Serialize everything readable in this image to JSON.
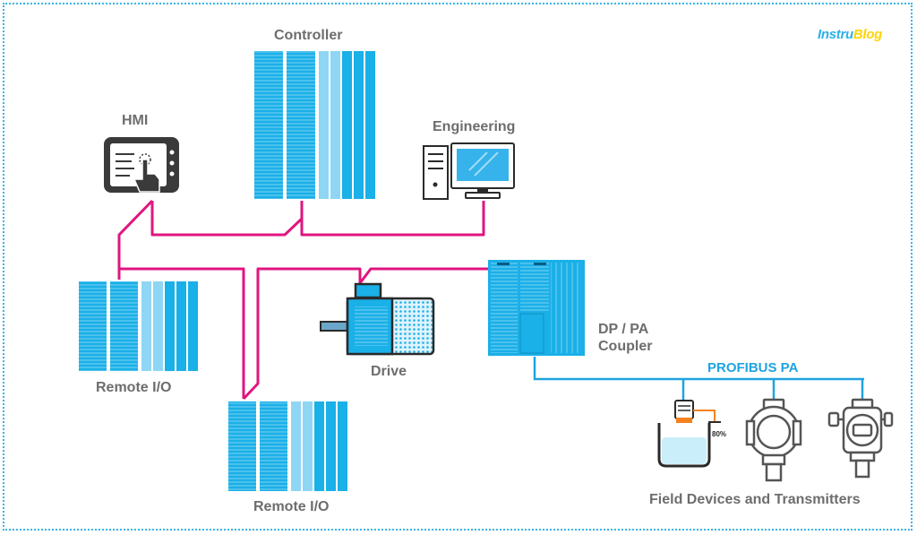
{
  "logo": {
    "part1": "Instru",
    "part2": "Blog",
    "color1": "#2bb0e8",
    "color2": "#ffd400"
  },
  "labels": {
    "controller": "Controller",
    "hmi": "HMI",
    "engineering": "Engineering",
    "remote_io_1": "Remote I/O",
    "remote_io_2": "Remote I/O",
    "drive": "Drive",
    "coupler_line1": "DP / PA",
    "coupler_line2": "Coupler",
    "bus": "PROFIBUS PA",
    "field": "Field Devices and Transmitters",
    "level_value": "80%"
  },
  "colors": {
    "profibus_dp": "#e0157f",
    "profibus_pa": "#1fa3e0",
    "module": "#1ab0e8",
    "module_light": "#8ed6f4",
    "outline": "#2a2a2a",
    "text": "#6d6d6d",
    "level_indicator": "#f58220"
  },
  "icons": [
    "hmi-touch-icon",
    "computer-icon",
    "motor-icon",
    "level-sensor-icon",
    "pressure-transmitter-icon",
    "temperature-transmitter-icon"
  ]
}
